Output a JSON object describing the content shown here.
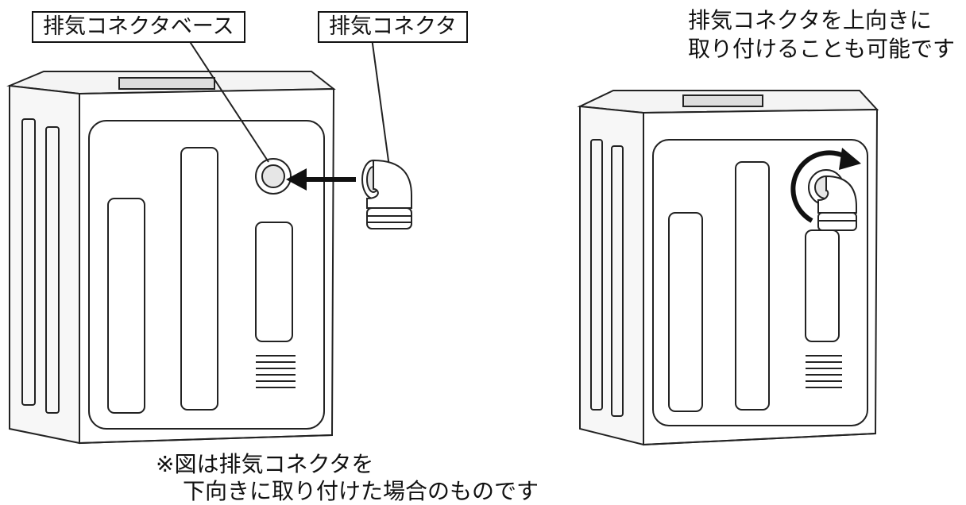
{
  "labels": {
    "connector_base": "排気コネクタベース",
    "connector": "排気コネクタ"
  },
  "notes": {
    "upward_line1": "排気コネクタを上向きに",
    "upward_line2": "取り付けることも可能です",
    "figure_line1": "※図は排気コネクタを",
    "figure_line2": "下向きに取り付けた場合のものです"
  },
  "colors": {
    "line": "#222222",
    "panel_fill": "#ffffff",
    "shade": "#e6e6e6"
  },
  "icons": [
    "arrow-left-icon",
    "rotate-arrow-icon"
  ]
}
